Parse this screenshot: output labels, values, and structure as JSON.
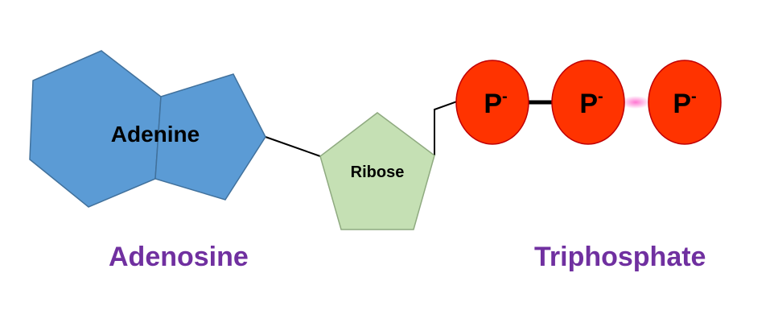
{
  "molecule": {
    "adenine": {
      "label": "Adenine",
      "fill": "#5b9bd5",
      "stroke": "#41719c"
    },
    "ribose": {
      "label": "Ribose",
      "fill": "#c5e0b4",
      "stroke": "#8faa80"
    },
    "phosphates": [
      {
        "label": "P",
        "charge": "-",
        "fill": "#ff3300",
        "stroke": "#c00000"
      },
      {
        "label": "P",
        "charge": "-",
        "fill": "#ff3300",
        "stroke": "#c00000"
      },
      {
        "label": "P",
        "charge": "-",
        "fill": "#ff3300",
        "stroke": "#c00000"
      }
    ],
    "bond_highlight_color": "#ff66cc"
  },
  "captions": {
    "adenosine": "Adenosine",
    "triphosphate": "Triphosphate",
    "color": "#7030a0"
  }
}
